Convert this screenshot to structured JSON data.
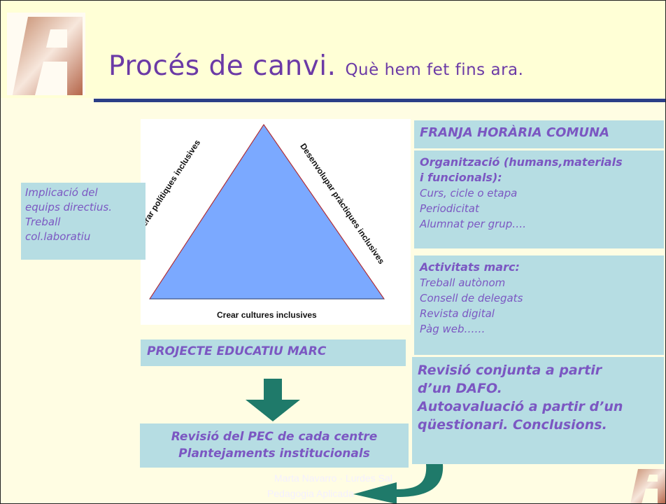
{
  "title": {
    "main": "Procés de canvi.",
    "sub": "Què hem fet fins ara."
  },
  "triangle": {
    "left": "Generar polítiques inclusives",
    "right": "Desenvolupar pràctiques inclusives",
    "bottom": "Crear cultures inclusives"
  },
  "left_box": {
    "lines": [
      "Implicació del",
      "equips directius.",
      "Treball",
      "col.laboratiu"
    ]
  },
  "franja": "FRANJA HORÀRIA COMUNA",
  "organitzacio": {
    "heading1": "Organització (humans,materials",
    "heading2": "i funcionals):",
    "items": [
      "Curs, cicle o etapa",
      "Periodicitat",
      "Alumnat per grup…."
    ]
  },
  "activitats": {
    "heading": "Activitats marc:",
    "items": [
      "Treball autònom",
      "Consell de delegats",
      "Revista digital",
      "Pàg web……"
    ]
  },
  "projecte": "PROJECTE EDUCATIU MARC",
  "revisio_pec": {
    "line1": "Revisió del PEC de cada centre",
    "line2": "Plantejaments institucionals"
  },
  "revisio_dafo": {
    "lines": [
      "Revisió conjunta a partir",
      "d’un DAFO.",
      "Autoavaluació a partir d’un",
      "qüestionari. Conclusions."
    ]
  },
  "footer": {
    "line1": "Marta Navarro · Lurdes Sal",
    "line2": "Pedagogia Aplicada"
  },
  "colors": {
    "box_bg": "#b6dde3",
    "text": "#7b57c2",
    "title": "#6b3aa6",
    "arrow": "#1f7a6a",
    "triangle": "#7ba9ff",
    "rule": "#2b3e87"
  }
}
